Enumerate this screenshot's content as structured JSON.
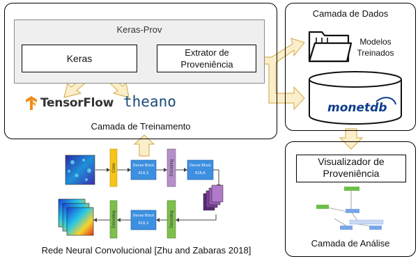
{
  "training_layer": {
    "title": "Camada de Treinamento",
    "keras_prov_label": "Keras-Prov",
    "keras_label": "Keras",
    "extractor_label": "Extrator de Proveniência",
    "tensorflow_label": "TensorFlow",
    "theano_label": "theano"
  },
  "data_layer": {
    "title": "Camada de Dados",
    "models_label": "Modelos Treinados",
    "db_label": "monetdb"
  },
  "analysis_layer": {
    "title": "Camada de Análise",
    "visualizer_label": "Visualizador de Proveniência"
  },
  "cnn": {
    "caption": "Rede Neural Convolucional  [Zhu and Zabaras 2018]",
    "conv_label": "Conv",
    "dense_block_1": "Dense Block K16,3",
    "encoding_label": "Encoding",
    "dense_block_2": "Dense Block K16,6",
    "decoding_label_1": "Decoding",
    "dense_block_3": "Dense Block K16,3",
    "decoding_label_2": "Decoding"
  },
  "colors": {
    "arrow_fill": "#fbeecb",
    "arrow_stroke": "#d9b45a",
    "conv_yellow": "#f5c518",
    "dense_blue": "#3d8fe0",
    "encoding_purple": "#b590c8",
    "decoding_green": "#7fbf4d",
    "tensorflow_orange": "#f08c1a",
    "theano_blue": "#1b4a7a",
    "monetdb_blue": "#0d3d8c"
  }
}
